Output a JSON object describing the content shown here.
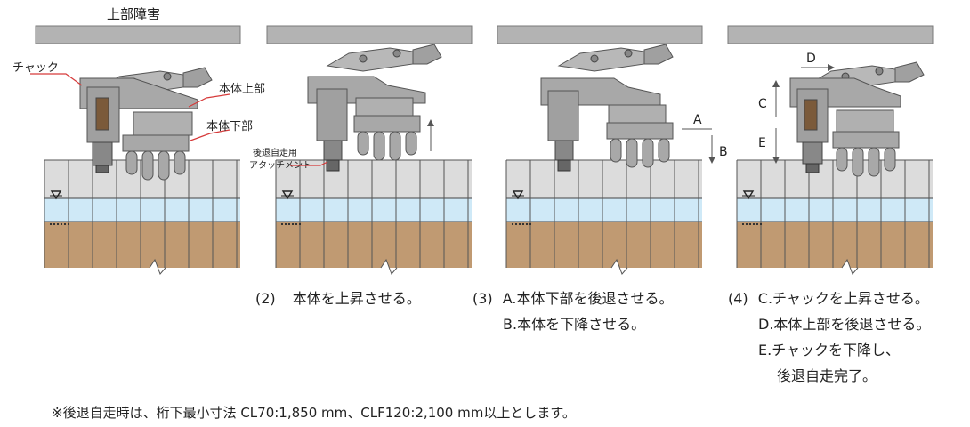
{
  "title": "上部障害",
  "labels": {
    "chuck": "チャック",
    "body_upper": "本体上部",
    "body_lower": "本体下部",
    "attachment_line1": "後退自走用",
    "attachment_line2": "アタッチメント",
    "a": "A",
    "b": "B",
    "c": "C",
    "d": "D",
    "e": "E"
  },
  "captions": {
    "step2": {
      "num": "(2)",
      "text": "本体を上昇させる。"
    },
    "step3": {
      "num": "(3)",
      "line1": "A.本体下部を後退させる。",
      "line2": "B.本体を下降させる。"
    },
    "step4": {
      "num": "(4)",
      "line1": "C.チャックを上昇させる。",
      "line2": "D.本体上部を後退させる。",
      "line3": "E.チャックを下降し、",
      "line4": "後退自走完了。"
    }
  },
  "footnote": "※後退自走時は、桁下最小寸法 CL70:1,850 mm、CLF120:2,100 mm以上とします。",
  "colors": {
    "beam": "#b3b3b3",
    "pile": "#dcdcdc",
    "water": "#cfe9f7",
    "soil": "#c09a72",
    "machine": "#a8a8a8",
    "dark": "#555555",
    "leader_red": "#d63a3a"
  }
}
